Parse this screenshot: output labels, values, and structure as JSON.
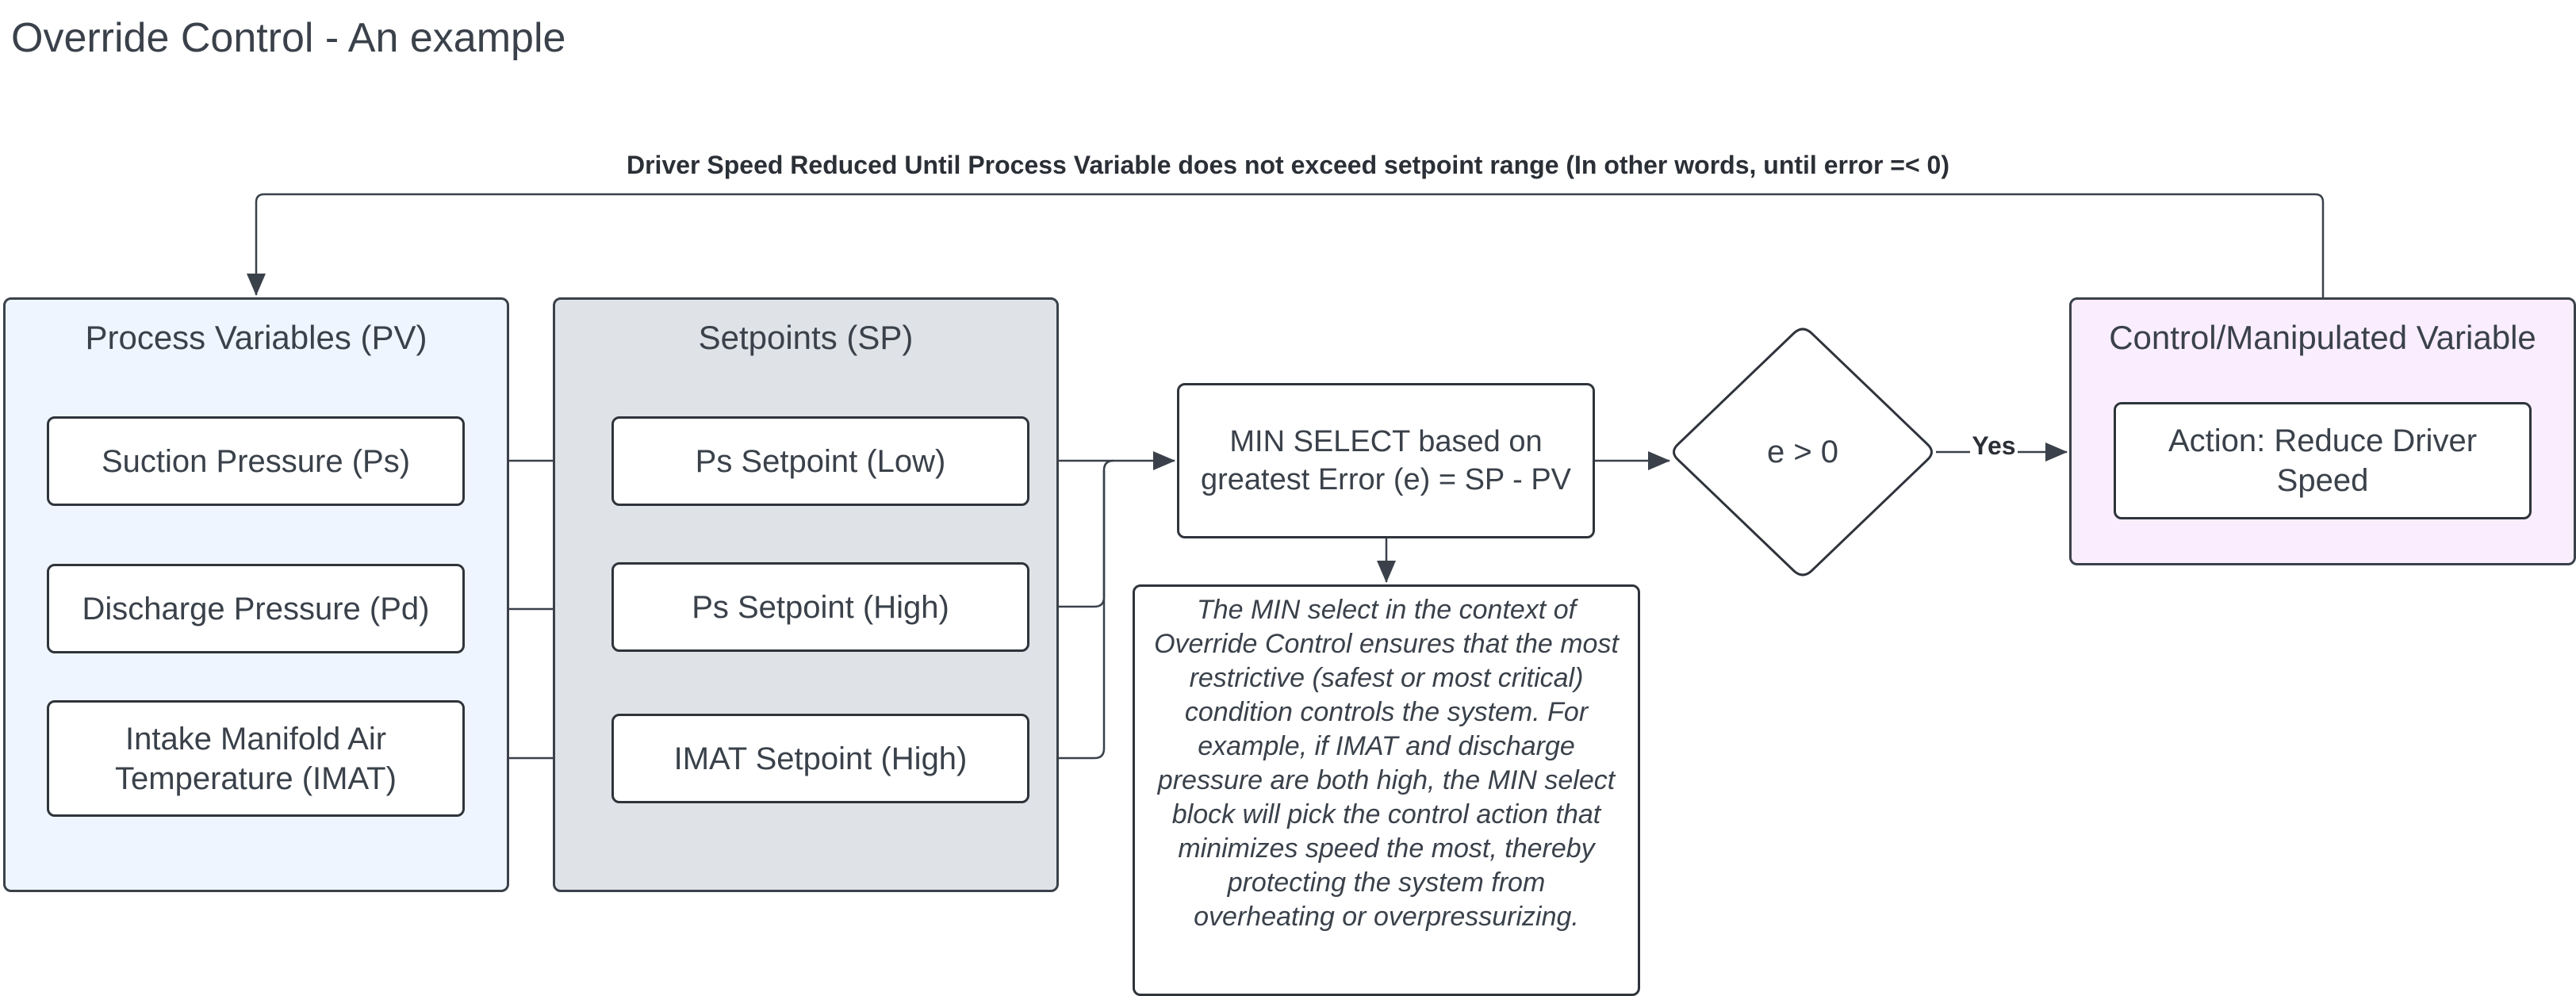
{
  "title": "Override Control - An example",
  "loop_label": "Driver Speed Reduced Until Process Variable does not exceed setpoint range (In other words, until error =< 0)",
  "process_variables": {
    "header": "Process Variables (PV)",
    "items": [
      "Suction Pressure (Ps)",
      "Discharge Pressure (Pd)",
      "Intake Manifold Air Temperature (IMAT)"
    ]
  },
  "setpoints": {
    "header": "Setpoints (SP)",
    "items": [
      "Ps Setpoint (Low)",
      "Ps Setpoint (High)",
      "IMAT Setpoint (High)"
    ]
  },
  "min_select": "MIN SELECT based on greatest Error (e) = SP - PV",
  "decision": "e > 0",
  "yes_label": "Yes",
  "control_variable": {
    "header": "Control/Manipulated Variable",
    "action": "Action: Reduce Driver Speed"
  },
  "note": "The MIN select in the context of Override Control ensures that the most restrictive (safest or most critical) condition controls the system. For example, if IMAT and discharge pressure are both high, the MIN select block will pick the control action that minimizes speed the most, thereby protecting the system from overheating or overpressurizing.",
  "colors": {
    "pv_fill": "#eef5fe",
    "sp_fill": "#dfe2e6",
    "cv_fill": "#f9edfe",
    "stroke": "#2f343b"
  }
}
